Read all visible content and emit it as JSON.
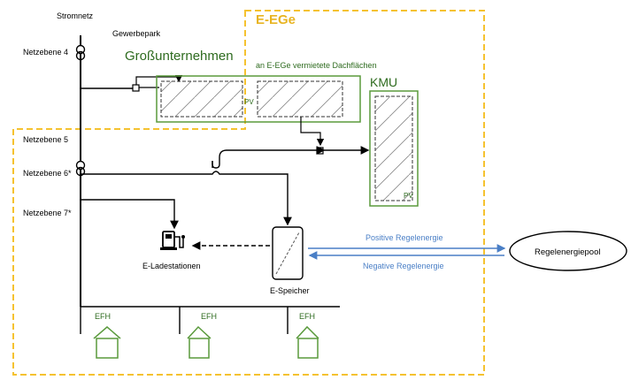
{
  "labels": {
    "stromnetz": "Stromnetz",
    "gewerbepark": "Gewerbepark",
    "netzebene4": "Netzebene 4",
    "netzebene5": "Netzebene 5",
    "netzebene6": "Netzebene 6*",
    "netzebene7": "Netzebene 7*",
    "grossunternehmen": "Großunternehmen",
    "eege": "E-EGe",
    "dachflaechen": "an E-EGe vermietete Dachflächen",
    "kmu": "KMU",
    "pv": "PV",
    "ladestationen": "E-Ladestationen",
    "speicher": "E-Speicher",
    "positive": "Positive Regelenergie",
    "negative": "Negative Regelenergie",
    "pool": "Regelenergiepool",
    "efh": "EFH"
  },
  "colors": {
    "eege_border": "#f5c230",
    "eege_text": "#e8b422",
    "green": "#5a9a3c",
    "green_text": "#2e6b1f",
    "blue": "#4a7fc6",
    "black": "#000000"
  }
}
